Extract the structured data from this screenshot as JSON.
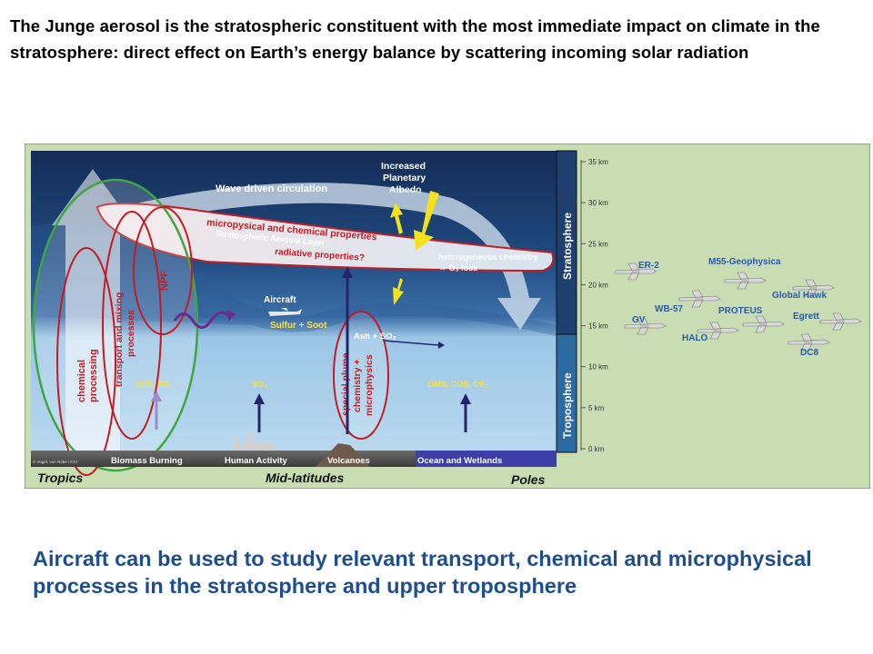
{
  "top_text": "The Junge aerosol is the stratospheric constituent with the most immediate impact on climate in the stratosphere: direct effect on Earth’s energy balance by scattering incoming solar radiation",
  "bottom_text": "Aircraft can be used to study relevant transport, chemical and microphysical processes in the stratosphere and upper troposphere",
  "figure": {
    "altitude_ticks": [
      "35 km",
      "30 km",
      "25 km",
      "20 km",
      "15 km",
      "10 km",
      "5 km",
      "0 km"
    ],
    "layer_labels": {
      "stratosphere": "Stratosphere",
      "troposphere": "Troposphere"
    },
    "latitude_labels": {
      "tropics": "Tropics",
      "midlat": "Mid-latitudes",
      "poles": "Poles"
    },
    "sources": {
      "biomass": "Biomass Burning",
      "human": "Human Activity",
      "volcanoes": "Volcanoes",
      "ocean": "Ocean and Wetlands"
    },
    "process_labels": {
      "wave": "Wave driven circulation",
      "albedo_1": "Increased",
      "albedo_2": "Planetary",
      "albedo_3": "Albedo",
      "micro": "micropysical and chemical properties",
      "strat_layer": "Stratospheric Aerosol Layer",
      "radiative": "radiative properties?",
      "het_1": "heterogeneous chemistry",
      "het_2": "→ O₃ loss",
      "aircraft": "Aircraft",
      "sulfur": "Sulfur + Soot",
      "ash": "Ash + SO₂",
      "chem_1": "chemical",
      "chem_2": "processing",
      "transport_1": "transport and mixing",
      "transport_2": "processes",
      "npf": "NPF",
      "plume_1": "special plume",
      "plume_2": "chemistry +",
      "plume_3": "microphysics",
      "cos_so2": "COS, SO₂",
      "so2": "SO₂",
      "dms": "DMS, COS, CS₂",
      "copyright": "© Vogel, von Hobe / FZJ"
    },
    "aircraft_names": [
      "ER-2",
      "M55-Geophysica",
      "Global Hawk",
      "WB-57",
      "GV",
      "PROTEUS",
      "Egrett",
      "HALO",
      "DC8"
    ],
    "colors": {
      "panel_bg": "#c8dcb0",
      "strat_top": "#1d3f70",
      "trop": "#a9cfe9",
      "green": "#3fa640",
      "red": "#c01d24",
      "text_yellow": "#f6e04a",
      "aircraft_blue": "#2b5aa8"
    }
  }
}
